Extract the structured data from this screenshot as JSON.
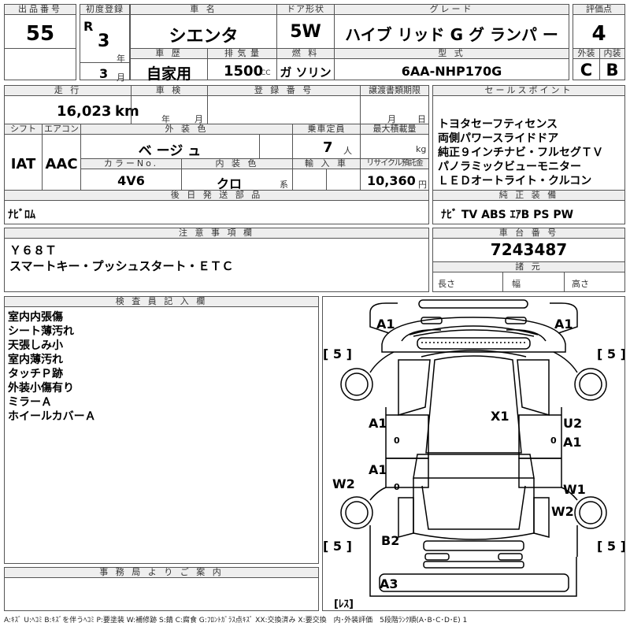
{
  "headers": {
    "lot_no": "出品番号",
    "first_reg": "初度登録",
    "car_name": "車 名",
    "door": "ドア形状",
    "grade": "グレード",
    "score": "評価点",
    "history": "車 歴",
    "displacement": "排 気 量",
    "fuel": "燃 料",
    "model": "型 式",
    "ext": "外装",
    "int": "内装",
    "mileage": "走 行",
    "inspection": "車 検",
    "reg_no": "登 録 番 号",
    "transfer": "譲渡書類期限",
    "shift": "シフト",
    "ac": "エアコン",
    "ext_color": "外 装 色",
    "capacity": "乗車定員",
    "max_load": "最大積載量",
    "color_no": "カラーNo.",
    "int_color": "内 装 色",
    "import": "輸 入 車",
    "recycle": "リサイクル預託金",
    "sales": "セールスポイント",
    "later": "後 日 発 送 部 品",
    "genuine": "純 正 装 備",
    "notes": "注 意 事 項 欄",
    "chassis": "車 台 番 号",
    "specs": "諸 元",
    "inspector": "検 査 員 記 入 欄",
    "office": "事 務 局 よ り ご 案 内"
  },
  "values": {
    "lot_no": "55",
    "era": "R",
    "year": "3",
    "month": "3",
    "car_name": "シエンタ",
    "door": "5W",
    "grade": "ハイブ リッド G グ ランパ ー",
    "score": "4",
    "history": "自家用",
    "displacement": "1500",
    "fuel": "ガ ソリン",
    "model": "6AA-NHP170G",
    "ext": "C",
    "int": "B",
    "mileage": "16,023",
    "shift": "IAT",
    "ac": "AAC",
    "ext_color": "ベ ージ ュ",
    "capacity": "7",
    "color_no": "4V6",
    "int_color": "クロ",
    "recycle": "10,360",
    "later": "ﾅﾋﾞﾛﾑ",
    "genuine": "ﾅﾋﾞ TV ABS ｴｱB PS PW",
    "chassis": "7243487"
  },
  "units": {
    "year": "年",
    "month": "月",
    "cc": "CC",
    "km": "km",
    "nen": "年",
    "tsuki": "月",
    "d_month": "月",
    "d_day": "日",
    "person": "人",
    "kg": "kg",
    "kei": "系",
    "yen": "円",
    "length": "長さ",
    "width": "幅",
    "height": "高さ"
  },
  "sales_text": "トヨタセーフティセンス\n両側パワースライドドア\n純正９インチナビ・フルセグＴＶ\nパノラミックビューモニター\nＬＥＤオートライト・クルコン",
  "notes_text": "Ｙ６８Ｔ\nスマートキー・プッシュスタート・ＥＴＣ",
  "inspector_text": "室内内張傷\nシート薄汚れ\n天張しみ小\n室内薄汚れ\nタッチＰ跡\n外装小傷有り\nミラーＡ\nホイールカバーＡ",
  "diagram": {
    "a1_tl": "A1",
    "a1_tr": "A1",
    "a1_l1": "A1",
    "a1_l2": "A1",
    "a1_r": "A1",
    "u2": "U2",
    "x1": "X1",
    "w2_l": "W2",
    "w1": "W1",
    "w2_r": "W2",
    "b2": "B2",
    "a3": "A3",
    "t_fl": "[ 5 ]",
    "t_fr": "[ 5 ]",
    "t_rl": "[ 5 ]",
    "t_rr": "[ 5 ]",
    "spare": "[ﾚｽ]",
    "z1": "0",
    "z2": "0",
    "z3": "0"
  },
  "legend": "A:ｷｽﾞ U:ﾍｺﾐ B:ｷｽﾞを伴うﾍｺﾐ P:要塗装 W:補修跡 S:錆 C:腐食 G:ﾌﾛﾝﾄｶﾞﾗｽ点ｷｽﾞ XX:交換済み X:要交換　内･外装評価　5段階ﾗﾝｸ順(A･B･C･D･E) 1"
}
